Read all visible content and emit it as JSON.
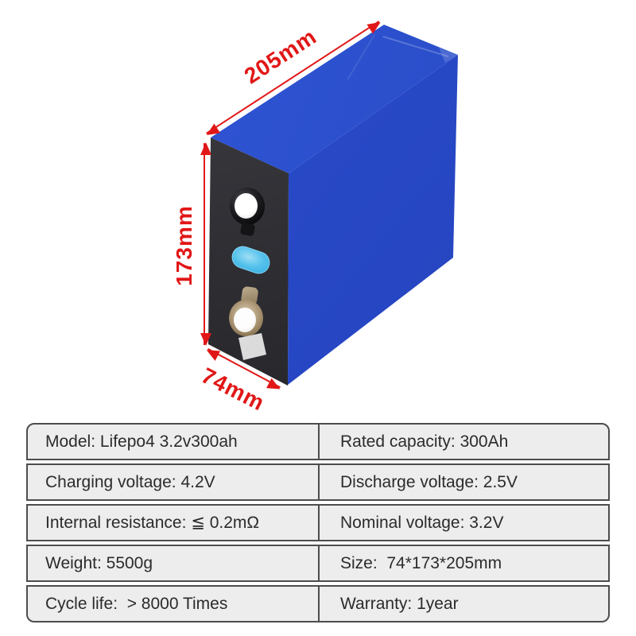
{
  "dimensions": {
    "width_label": "205mm",
    "height_label": "173mm",
    "depth_label": "74mm"
  },
  "colors": {
    "dimension_red": "#e11717",
    "battery_blue_top": "#2c50cd",
    "battery_blue_side": "#2646c3",
    "battery_front_dark": "#2e2e33",
    "terminal_ring_black": "#141417",
    "terminal_ring_tan": "#a28b69",
    "terminal_cap_white": "#ffffff",
    "sticker_blue": "#55c2ec",
    "label_silver": "#d6d6d6",
    "table_row_bg": "#ededed",
    "table_border": "#4d4d4d",
    "table_text": "#2b2b2b",
    "page_background": "#ffffff"
  },
  "table": {
    "rows": [
      {
        "left": "Model: Lifepo4 3.2v300ah",
        "right": "Rated capacity: 300Ah"
      },
      {
        "left": "Charging voltage: 4.2V",
        "right": "Discharge voltage: 2.5V"
      },
      {
        "left": "Internal resistance: ≦ 0.2mΩ",
        "right": "Nominal voltage: 3.2V"
      },
      {
        "left": "Weight: 5500g",
        "right": "Size:  74*173*205mm"
      },
      {
        "left": "Cycle life:  > 8000 Times",
        "right": "Warranty: 1year"
      }
    ]
  }
}
